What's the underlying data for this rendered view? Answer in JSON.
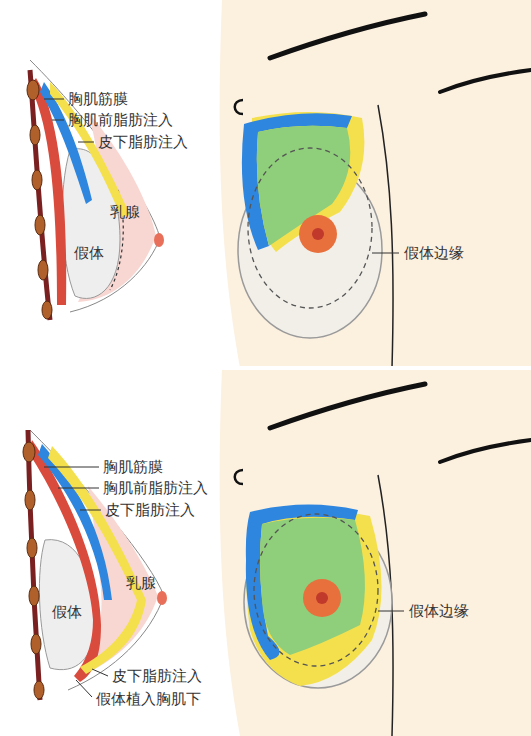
{
  "diagram": {
    "labels": [
      "胸肌筋膜",
      "胸肌前脂肪注入",
      "皮下脂肪注入",
      "乳腺",
      "假体边缘",
      "假体",
      "胸肌筋膜",
      "胸肌前脂肪注入",
      "皮下脂肪注入",
      "乳腺",
      "假体边缘",
      "假体",
      "皮下脂肪注入",
      "假体植入胸肌下"
    ]
  }
}
